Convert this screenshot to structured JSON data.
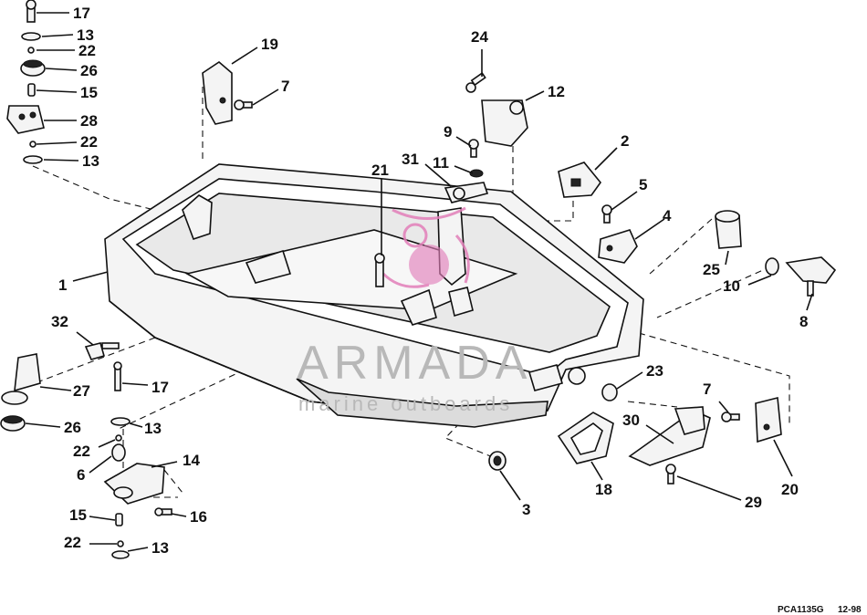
{
  "watermark": {
    "brand": "ARMADA",
    "tagline": "marine outboards",
    "color": "#b8b8b8",
    "logo_color": "#e27fb9"
  },
  "footer": {
    "code": "PCA1135G",
    "date": "12-98"
  },
  "callouts": [
    {
      "id": "17a",
      "label": "17"
    },
    {
      "id": "13a",
      "label": "13"
    },
    {
      "id": "22a",
      "label": "22"
    },
    {
      "id": "26a",
      "label": "26"
    },
    {
      "id": "15a",
      "label": "15"
    },
    {
      "id": "28",
      "label": "28"
    },
    {
      "id": "22b",
      "label": "22"
    },
    {
      "id": "13b",
      "label": "13"
    },
    {
      "id": "19",
      "label": "19"
    },
    {
      "id": "7a",
      "label": "7"
    },
    {
      "id": "24",
      "label": "24"
    },
    {
      "id": "12",
      "label": "12"
    },
    {
      "id": "9",
      "label": "9"
    },
    {
      "id": "11",
      "label": "11"
    },
    {
      "id": "31",
      "label": "31"
    },
    {
      "id": "21",
      "label": "21"
    },
    {
      "id": "2",
      "label": "2"
    },
    {
      "id": "5",
      "label": "5"
    },
    {
      "id": "4",
      "label": "4"
    },
    {
      "id": "25",
      "label": "25"
    },
    {
      "id": "10",
      "label": "10"
    },
    {
      "id": "8",
      "label": "8"
    },
    {
      "id": "1",
      "label": "1"
    },
    {
      "id": "32",
      "label": "32"
    },
    {
      "id": "27",
      "label": "27"
    },
    {
      "id": "17b",
      "label": "17"
    },
    {
      "id": "26b",
      "label": "26"
    },
    {
      "id": "13c",
      "label": "13"
    },
    {
      "id": "22c",
      "label": "22"
    },
    {
      "id": "14",
      "label": "14"
    },
    {
      "id": "6",
      "label": "6"
    },
    {
      "id": "16",
      "label": "16"
    },
    {
      "id": "15b",
      "label": "15"
    },
    {
      "id": "22d",
      "label": "22"
    },
    {
      "id": "13d",
      "label": "13"
    },
    {
      "id": "23",
      "label": "23"
    },
    {
      "id": "7b",
      "label": "7"
    },
    {
      "id": "30",
      "label": "30"
    },
    {
      "id": "20",
      "label": "20"
    },
    {
      "id": "18",
      "label": "18"
    },
    {
      "id": "29",
      "label": "29"
    },
    {
      "id": "3",
      "label": "3"
    }
  ]
}
